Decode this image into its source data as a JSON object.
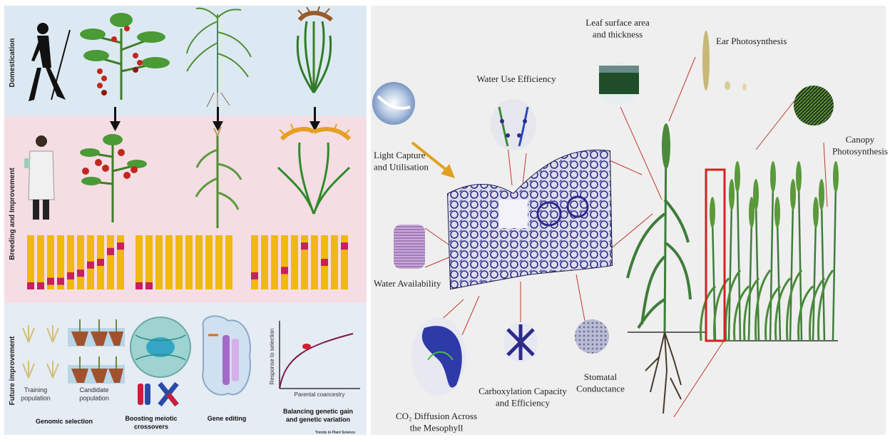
{
  "left_panel": {
    "row_labels": [
      "Domestication",
      "Breeding and Improvement",
      "Future improvement"
    ],
    "future_items": {
      "training_population": "Training\npopulation",
      "candidate_population": "Candidate\npopulation",
      "genomic_selection": "Genomic selection",
      "boosting_crossovers": "Boosting meiotic\ncrossovers",
      "gene_editing": "Gene editing",
      "balancing": "Balancing genetic gain\nand genetic variation",
      "graph_y_label": "Response to selection",
      "graph_x_label": "Parental coancestry",
      "footer": "Trends in Plant Science"
    },
    "bar_groups": [
      {
        "red_levels": [
          0.05,
          0.05,
          0.15,
          0.15,
          0.25,
          0.3,
          0.45,
          0.5,
          0.7,
          0.8
        ]
      },
      {
        "red_levels": [
          0.03,
          0.03,
          0,
          0,
          0,
          0,
          0,
          0,
          0,
          0
        ]
      },
      {
        "red_levels": [
          0.25,
          0,
          0,
          0.35,
          0,
          0.8,
          0,
          0.5,
          0,
          0.8
        ]
      }
    ],
    "colors": {
      "yellow": "#f0b90f",
      "magenta": "#c81f5e",
      "domestication_bg": "#dde9f2",
      "breeding_bg": "#f5dde4",
      "future_bg": "#e5ecf3"
    }
  },
  "right_panel": {
    "labels": {
      "light_capture": "Light Capture\nand Utilisation",
      "water_use_efficiency": "Water Use Efficiency",
      "leaf_surface": "Leaf surface area\nand thickness",
      "ear_photosynthesis": "Ear Photosynthesis",
      "canopy_photosynthesis": "Canopy\nPhotosynthesis",
      "water_availability": "Water Availability",
      "co2_diffusion": "CO₂ Diffusion Across\nthe Mesophyll",
      "carboxylation": "Carboxylation Capacity\nand Efficiency",
      "stomatal": "Stomatal\nConductance"
    },
    "colors": {
      "background": "#efefef",
      "leaf_stain": "#2e2a8a",
      "plant_green": "#3f7d3a",
      "connector": "#c0392b",
      "highlight_box": "#d62020",
      "arrow": "#e0a020"
    }
  }
}
